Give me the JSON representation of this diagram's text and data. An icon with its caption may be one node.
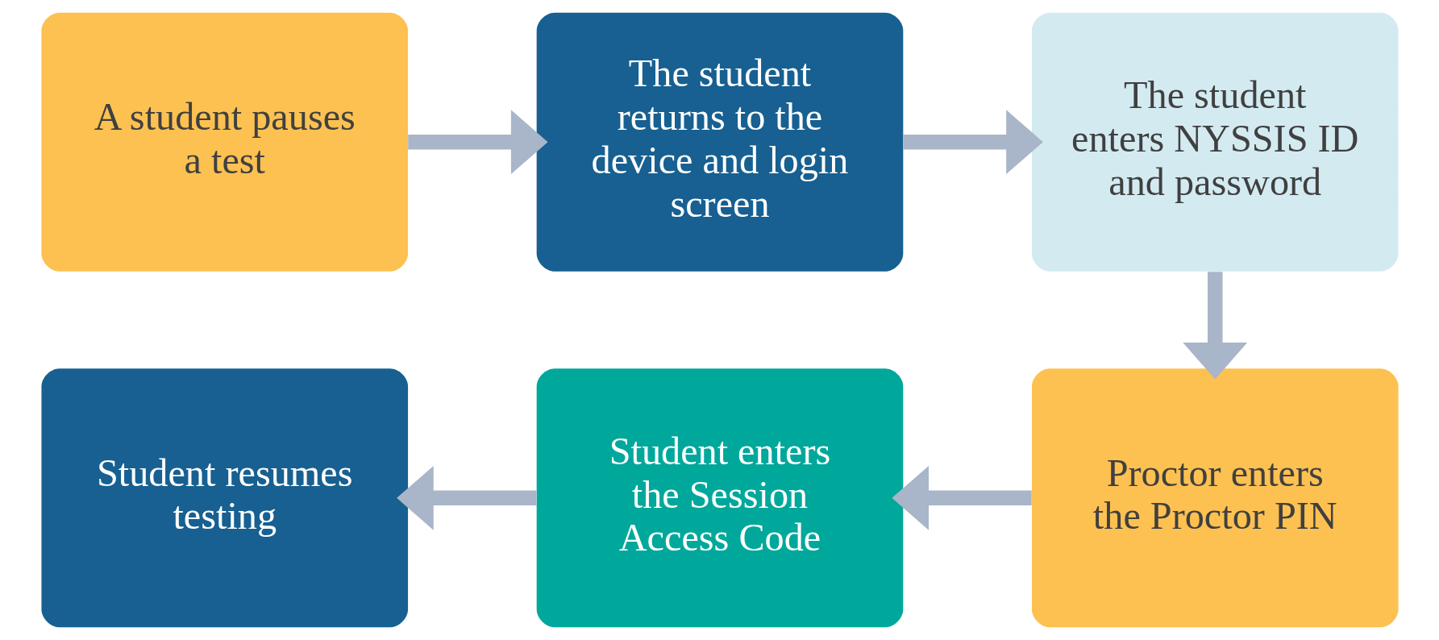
{
  "diagram": {
    "nodes": [
      {
        "text": [
          "A student pauses a test"
        ]
      },
      {
        "text": [
          "The student returns to the device and login screen"
        ]
      },
      {
        "text": [
          "The student enters NYSSIS ID and password"
        ]
      },
      {
        "text": [
          "Proctor enters the Proctor PIN"
        ]
      },
      {
        "text": [
          "Student enters the Session Access Code"
        ]
      },
      {
        "text": [
          "Student resumes testing"
        ]
      }
    ],
    "edges": [
      {
        "from": 0,
        "to": 1,
        "arrow": "to"
      },
      {
        "from": 1,
        "to": 2,
        "arrow": "to"
      },
      {
        "from": 2,
        "to": 3,
        "arrow": "to"
      },
      {
        "from": 3,
        "to": 4,
        "arrow": "to"
      },
      {
        "from": 4,
        "to": 5,
        "arrow": "to"
      }
    ]
  }
}
